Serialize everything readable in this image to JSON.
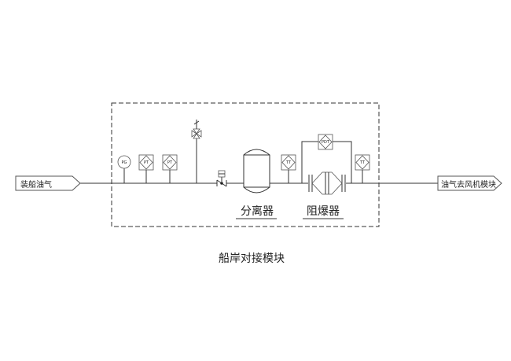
{
  "inlet_label": "装船油气",
  "outlet_label": "油气去风机模块",
  "module_title": "船岸对接模块",
  "separator_label": "分离器",
  "arrester_label": "阻爆器",
  "instruments": {
    "pg": "PG",
    "pt1": "PT",
    "pt2": "PT",
    "tt1": "TT",
    "pdt": "PDT",
    "tt2": "TT"
  }
}
